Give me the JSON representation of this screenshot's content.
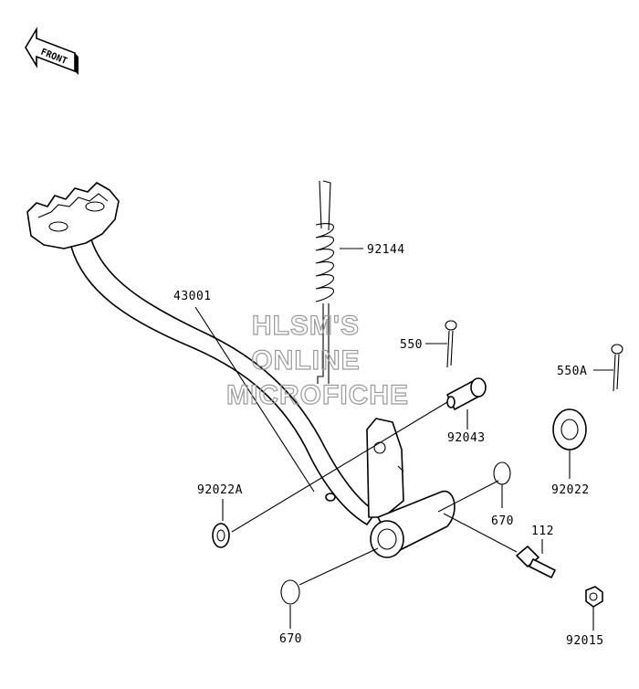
{
  "front_arrow": {
    "label": "FRONT",
    "icon": "front-arrow-icon"
  },
  "watermark": {
    "line1": "HLSM'S",
    "line2": "ONLINE",
    "line3": "MICROFICHE"
  },
  "parts": {
    "p43001": "43001",
    "p92144": "92144",
    "p550": "550",
    "p550A": "550A",
    "p92043": "92043",
    "p92022": "92022",
    "p92022A": "92022A",
    "p670a": "670",
    "p670b": "670",
    "p112": "112",
    "p92015": "92015"
  }
}
